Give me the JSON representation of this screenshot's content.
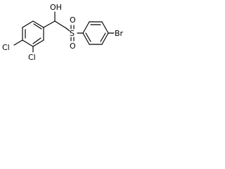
{
  "diagram": {
    "atoms": {
      "hydroxyl": "OH",
      "chlorine_upper": "Cl",
      "chlorine_lower": "Cl",
      "sulfur": "S",
      "sulfonyl_oxygen_upper": "O",
      "sulfonyl_oxygen_lower": "O",
      "bromine": "Br"
    }
  }
}
